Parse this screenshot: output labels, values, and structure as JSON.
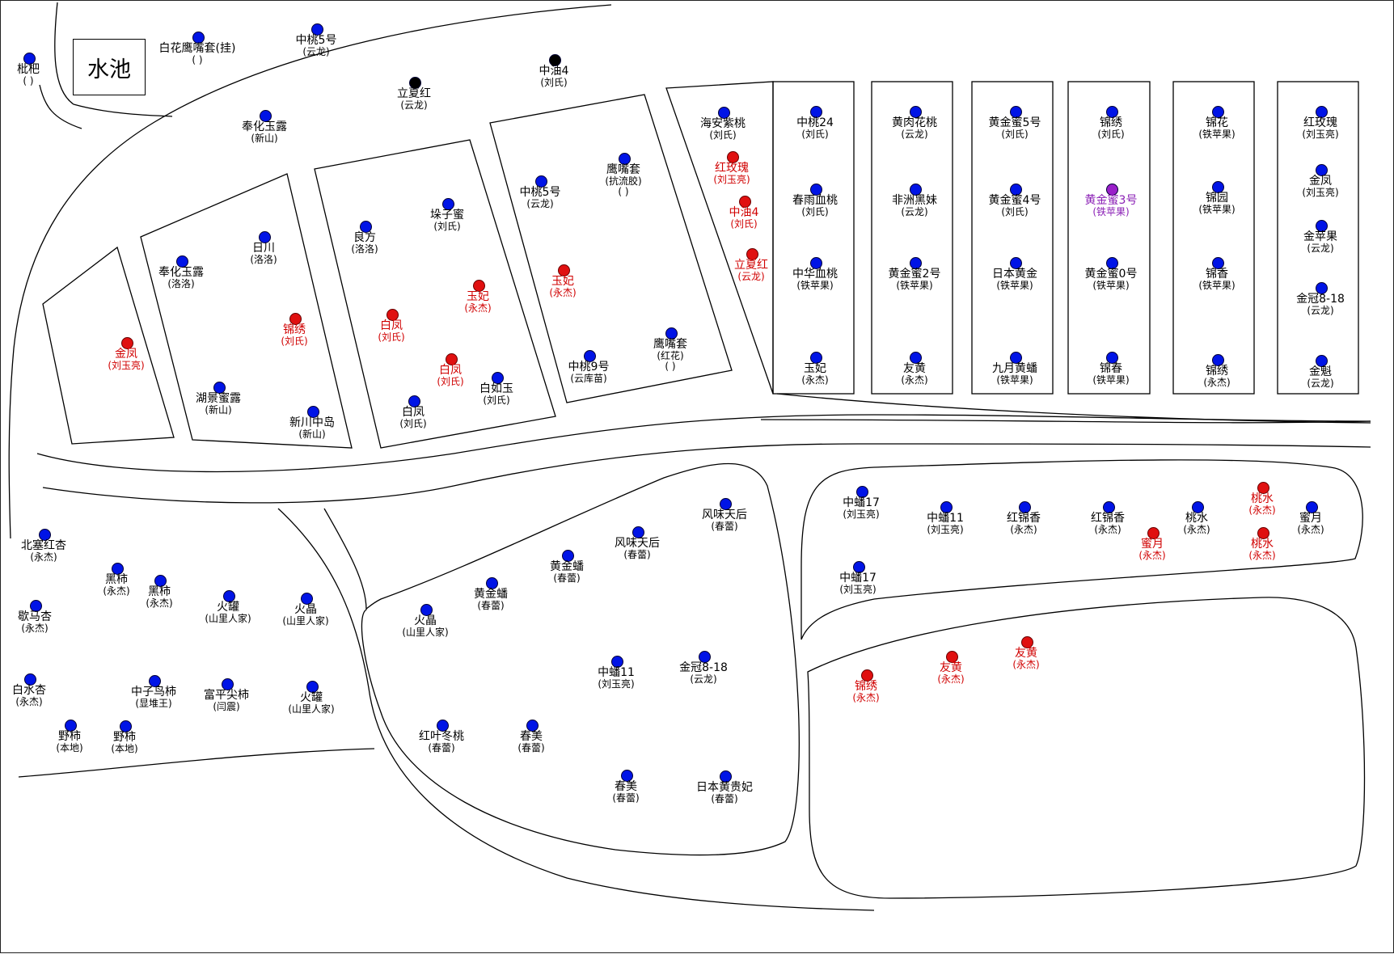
{
  "map": {
    "pond_label": "水池",
    "colors": {
      "blue": "#0014e6",
      "red": "#e01010",
      "black": "#000000",
      "purple": "#9a1fc9",
      "text_black": "#000000",
      "text_red": "#d00000",
      "text_purple": "#8a1fb5"
    },
    "trees": [
      {
        "name": "枇杷",
        "sub": "( )",
        "color": "blue"
      },
      {
        "name": "白花鹰嘴套(挂)",
        "sub": "( )",
        "color": "blue"
      },
      {
        "name": "中桃5号",
        "sub": "(云龙)",
        "color": "blue"
      },
      {
        "name": "立夏红",
        "sub": "(云龙)",
        "color": "black"
      },
      {
        "name": "中油4",
        "sub": "(刘氏)",
        "color": "black"
      },
      {
        "name": "奉化玉露",
        "sub": "(新山)",
        "color": "blue"
      },
      {
        "name": "金凤",
        "sub": "(刘玉亮)",
        "color": "red"
      },
      {
        "name": "奉化玉露",
        "sub": "(洛洛)",
        "color": "blue"
      },
      {
        "name": "日川",
        "sub": "(洛洛)",
        "color": "blue"
      },
      {
        "name": "锦绣",
        "sub": "(刘氏)",
        "color": "red"
      },
      {
        "name": "湖景蜜露",
        "sub": "(新山)",
        "color": "blue"
      },
      {
        "name": "新川中岛",
        "sub": "(新山)",
        "color": "blue"
      },
      {
        "name": "良方",
        "sub": "(洛洛)",
        "color": "blue"
      },
      {
        "name": "垛子蜜",
        "sub": "(刘氏)",
        "color": "blue"
      },
      {
        "name": "白凤",
        "sub": "(刘氏)",
        "color": "red"
      },
      {
        "name": "玉妃",
        "sub": "(永杰)",
        "color": "red"
      },
      {
        "name": "白凤",
        "sub": "(刘氏)",
        "color": "red"
      },
      {
        "name": "白凤",
        "sub": "(刘氏)",
        "color": "blue"
      },
      {
        "name": "白如玉",
        "sub": "(刘氏)",
        "color": "blue"
      },
      {
        "name": "中桃5号",
        "sub": "(云龙)",
        "color": "blue"
      },
      {
        "name": "鹰嘴套",
        "sub": "(抗流胶)",
        "sub2": "( )",
        "color": "blue"
      },
      {
        "name": "玉妃",
        "sub": "(永杰)",
        "color": "red"
      },
      {
        "name": "中桃9号",
        "sub": "(云库苗)",
        "color": "blue"
      },
      {
        "name": "鹰嘴套",
        "sub": "(红花)",
        "sub2": "( )",
        "color": "blue"
      },
      {
        "name": "海安紫桃",
        "sub": "(刘氏)",
        "color": "blue"
      },
      {
        "name": "红玫瑰",
        "sub": "(刘玉亮)",
        "color": "red"
      },
      {
        "name": "中油4",
        "sub": "(刘氏)",
        "color": "red"
      },
      {
        "name": "立夏红",
        "sub": "(云龙)",
        "color": "red"
      },
      {
        "name": "中桃24",
        "sub": "(刘氏)",
        "color": "blue"
      },
      {
        "name": "春雨血桃",
        "sub": "(刘氏)",
        "color": "blue"
      },
      {
        "name": "中华血桃",
        "sub": "(铁苹果)",
        "color": "blue"
      },
      {
        "name": "玉妃",
        "sub": "(永杰)",
        "color": "blue"
      },
      {
        "name": "黄肉花桃",
        "sub": "(云龙)",
        "color": "blue"
      },
      {
        "name": "非洲黑妹",
        "sub": "(云龙)",
        "color": "blue"
      },
      {
        "name": "黄金蜜2号",
        "sub": "(铁苹果)",
        "color": "blue"
      },
      {
        "name": "友黄",
        "sub": "(永杰)",
        "color": "blue"
      },
      {
        "name": "黄金蜜5号",
        "sub": "(刘氏)",
        "color": "blue"
      },
      {
        "name": "黄金蜜4号",
        "sub": "(刘氏)",
        "color": "blue"
      },
      {
        "name": "日本黄金",
        "sub": "(铁苹果)",
        "color": "blue"
      },
      {
        "name": "九月黄蟠",
        "sub": "(铁苹果)",
        "color": "blue"
      },
      {
        "name": "锦绣",
        "sub": "(刘氏)",
        "color": "blue"
      },
      {
        "name": "黄金蜜3号",
        "sub": "(铁苹果)",
        "color": "purple"
      },
      {
        "name": "黄金蜜0号",
        "sub": "(铁苹果)",
        "color": "blue"
      },
      {
        "name": "锦春",
        "sub": "(铁苹果)",
        "color": "blue"
      },
      {
        "name": "锦花",
        "sub": "(铁苹果)",
        "color": "blue"
      },
      {
        "name": "锦园",
        "sub": "(铁苹果)",
        "color": "blue"
      },
      {
        "name": "锦香",
        "sub": "(铁苹果)",
        "color": "blue"
      },
      {
        "name": "锦绣",
        "sub": "(永杰)",
        "color": "blue"
      },
      {
        "name": "红玫瑰",
        "sub": "(刘玉亮)",
        "color": "blue"
      },
      {
        "name": "金凤",
        "sub": "(刘玉亮)",
        "color": "blue"
      },
      {
        "name": "金苹果",
        "sub": "(云龙)",
        "color": "blue"
      },
      {
        "name": "金冠8-18",
        "sub": "(云龙)",
        "color": "blue"
      },
      {
        "name": "金魁",
        "sub": "(云龙)",
        "color": "blue"
      },
      {
        "name": "北塞红杏",
        "sub": "(永杰)",
        "color": "blue"
      },
      {
        "name": "黑柿",
        "sub": "(永杰)",
        "color": "blue"
      },
      {
        "name": "黑柿",
        "sub": "(永杰)",
        "color": "blue"
      },
      {
        "name": "歇马杏",
        "sub": "(永杰)",
        "color": "blue"
      },
      {
        "name": "火罐",
        "sub": "(山里人家)",
        "color": "blue"
      },
      {
        "name": "火晶",
        "sub": "(山里人家)",
        "color": "blue"
      },
      {
        "name": "白水杏",
        "sub": "(永杰)",
        "color": "blue"
      },
      {
        "name": "中子鸟柿",
        "sub": "(显堆王)",
        "color": "blue"
      },
      {
        "name": "富平尖柿",
        "sub": "(闫震)",
        "color": "blue"
      },
      {
        "name": "火罐",
        "sub": "(山里人家)",
        "color": "blue"
      },
      {
        "name": "野柿",
        "sub": "(本地)",
        "color": "blue"
      },
      {
        "name": "野柿",
        "sub": "(本地)",
        "color": "blue"
      },
      {
        "name": "风味天后",
        "sub": "(春蕾)",
        "color": "blue"
      },
      {
        "name": "风味天后",
        "sub": "(春蕾)",
        "color": "blue"
      },
      {
        "name": "黄金蟠",
        "sub": "(春蕾)",
        "color": "blue"
      },
      {
        "name": "黄金蟠",
        "sub": "(春蕾)",
        "color": "blue"
      },
      {
        "name": "火晶",
        "sub": "(山里人家)",
        "color": "blue"
      },
      {
        "name": "中蟠11",
        "sub": "(刘玉亮)",
        "color": "blue"
      },
      {
        "name": "金冠8-18",
        "sub": "(云龙)",
        "color": "blue"
      },
      {
        "name": "红叶冬桃",
        "sub": "(春蕾)",
        "color": "blue"
      },
      {
        "name": "春美",
        "sub": "(春蕾)",
        "color": "blue"
      },
      {
        "name": "春美",
        "sub": "(春蕾)",
        "color": "blue"
      },
      {
        "name": "日本黄贵妃",
        "sub": "(春蕾)",
        "color": "blue"
      },
      {
        "name": "中蟠17",
        "sub": "(刘玉亮)",
        "color": "blue"
      },
      {
        "name": "中蟠17",
        "sub": "(刘玉亮)",
        "color": "blue"
      },
      {
        "name": "中蟠11",
        "sub": "(刘玉亮)",
        "color": "blue"
      },
      {
        "name": "红锦香",
        "sub": "(永杰)",
        "color": "blue"
      },
      {
        "name": "红锦香",
        "sub": "(永杰)",
        "color": "blue"
      },
      {
        "name": "蜜月",
        "sub": "(永杰)",
        "color": "red"
      },
      {
        "name": "桃水",
        "sub": "(永杰)",
        "color": "blue"
      },
      {
        "name": "桃水",
        "sub": "(永杰)",
        "color": "red"
      },
      {
        "name": "桃水",
        "sub": "(永杰)",
        "color": "red"
      },
      {
        "name": "蜜月",
        "sub": "(永杰)",
        "color": "blue"
      },
      {
        "name": "锦绣",
        "sub": "(永杰)",
        "color": "red"
      },
      {
        "name": "友黄",
        "sub": "(永杰)",
        "color": "red"
      },
      {
        "name": "友黄",
        "sub": "(永杰)",
        "color": "red"
      }
    ]
  }
}
